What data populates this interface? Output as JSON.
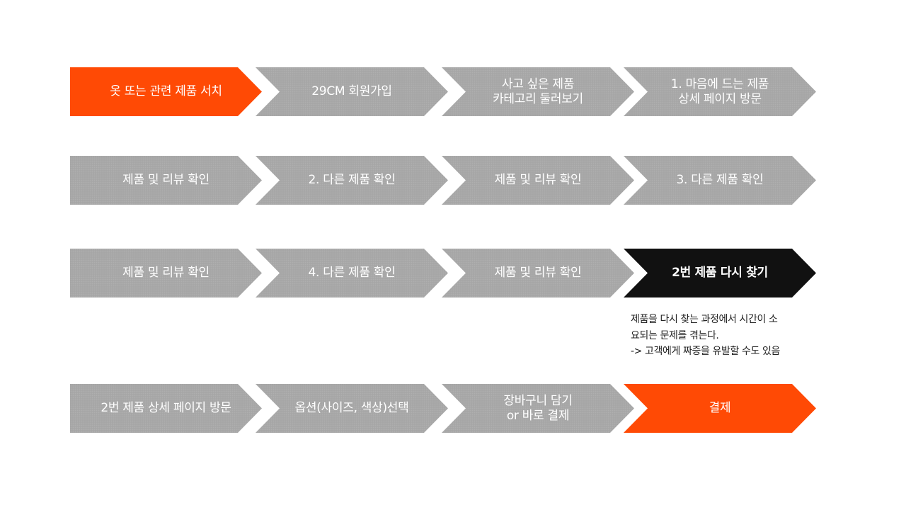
{
  "rows": [
    [
      {
        "lines": [
          "옷 또는 관련 제품 서치"
        ],
        "style": "accent"
      },
      {
        "lines": [
          "29CM 회원가입"
        ],
        "style": "gray"
      },
      {
        "lines": [
          "사고 싶은 제품",
          "카테고리 둘러보기"
        ],
        "style": "gray"
      },
      {
        "lines": [
          "1. 마음에 드는 제품",
          "상세 페이지 방문"
        ],
        "style": "gray"
      }
    ],
    [
      {
        "lines": [
          "제품 및 리뷰 확인"
        ],
        "style": "gray"
      },
      {
        "lines": [
          "2. 다른 제품 확인"
        ],
        "style": "gray"
      },
      {
        "lines": [
          "제품 및 리뷰 확인"
        ],
        "style": "gray"
      },
      {
        "lines": [
          "3. 다른 제품 확인"
        ],
        "style": "gray"
      }
    ],
    [
      {
        "lines": [
          "제품 및 리뷰 확인"
        ],
        "style": "gray"
      },
      {
        "lines": [
          "4. 다른 제품 확인"
        ],
        "style": "gray"
      },
      {
        "lines": [
          "제품 및 리뷰 확인"
        ],
        "style": "gray"
      },
      {
        "lines": [
          "2번 제품 다시 찾기"
        ],
        "style": "dark"
      }
    ],
    [
      {
        "lines": [
          "2번 제품 상세 페이지 방문"
        ],
        "style": "gray"
      },
      {
        "lines": [
          "옵션(사이즈, 색상)선택"
        ],
        "style": "gray"
      },
      {
        "lines": [
          "장바구니 담기",
          "or 바로 결제"
        ],
        "style": "gray"
      },
      {
        "lines": [
          "결제"
        ],
        "style": "accent"
      }
    ]
  ],
  "note": {
    "lines": [
      "제품을 다시 찾는 과정에서 시간이 소",
      "요되는 문제를 겪는다.",
      "-> 고객에게 짜증을 유발할 수도 있음"
    ]
  },
  "colors": {
    "accent": "#ff4a05",
    "gray": "#a6a6a6",
    "dark": "#111111",
    "text": "#ffffff"
  }
}
